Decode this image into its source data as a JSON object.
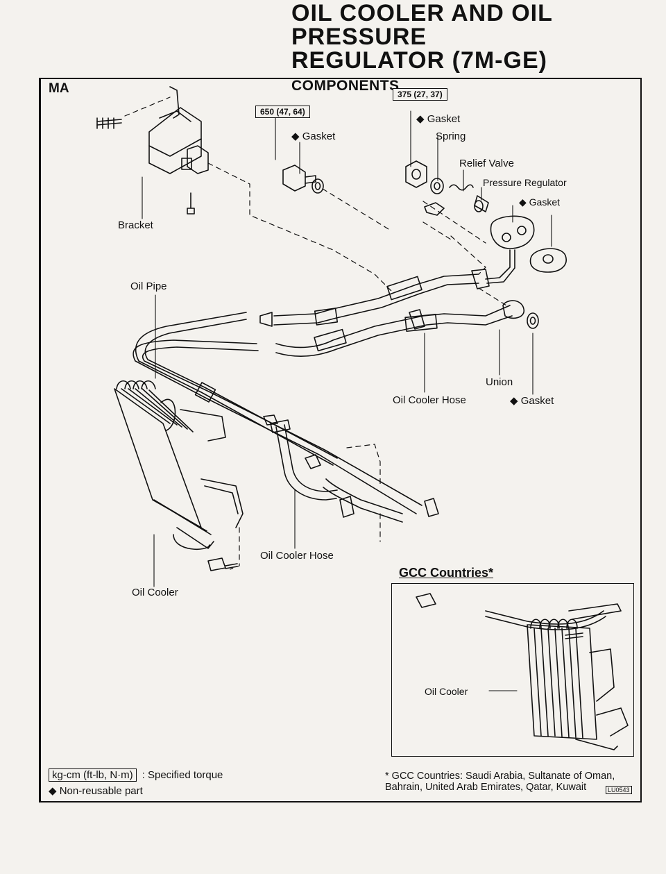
{
  "header": {
    "title_line1": "OIL COOLER AND OIL PRESSURE",
    "title_line2": "REGULATOR (7M-GE)",
    "subtitle": "COMPONENTS"
  },
  "section_tag": "MA",
  "torque_specs": {
    "t1": "650 (47, 64)",
    "t2": "375 (27, 37)"
  },
  "labels": {
    "gasket": "Gasket",
    "spring": "Spring",
    "relief_valve": "Relief Valve",
    "pressure_regulator": "Pressure Regulator",
    "bracket": "Bracket",
    "oil_pipe": "Oil Pipe",
    "union": "Union",
    "oil_cooler_hose": "Oil Cooler Hose",
    "oil_cooler": "Oil Cooler"
  },
  "symbols": {
    "non_reusable": "◆"
  },
  "gcc": {
    "title": "GCC Countries*",
    "oil_cooler": "Oil Cooler",
    "footnote": "* GCC Countries: Saudi Arabia, Sultanate of Oman, Bahrain, United Arab Emirates, Qatar, Kuwait"
  },
  "legend": {
    "torque_units": "kg-cm (ft-lb, N·m)",
    "torque_text": ": Specified torque",
    "nonreusable_text": "Non-reusable part"
  },
  "figure_code": "LU0543",
  "colors": {
    "ink": "#111111",
    "paper": "#f4f2ee"
  }
}
